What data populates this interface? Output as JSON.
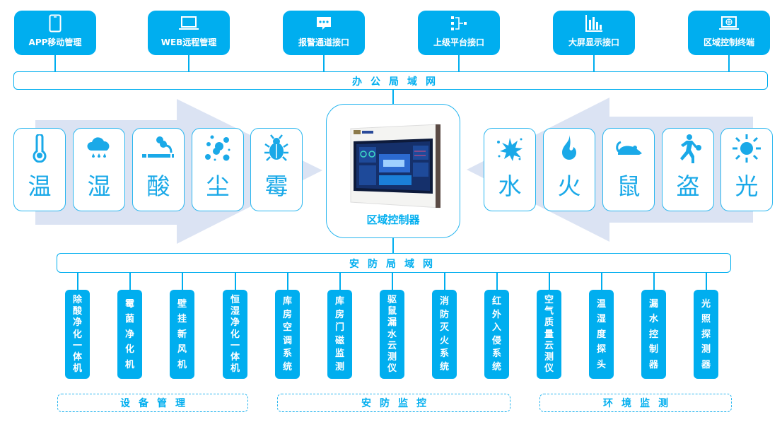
{
  "top_interfaces": [
    {
      "label": "APP移动管理",
      "icon": "smartphone-icon"
    },
    {
      "label": "WEB远程管理",
      "icon": "laptop-icon"
    },
    {
      "label": "报警通道接口",
      "icon": "chat-bubble-icon"
    },
    {
      "label": "上级平台接口",
      "icon": "hierarchy-icon"
    },
    {
      "label": "大屏显示接口",
      "icon": "bar-chart-icon"
    },
    {
      "label": "区域控制终端",
      "icon": "globe-laptop-icon"
    }
  ],
  "office_network": {
    "label": "办公局域网"
  },
  "left_sensors": [
    {
      "label": "温",
      "icon": "thermometer-icon"
    },
    {
      "label": "湿",
      "icon": "rain-cloud-icon"
    },
    {
      "label": "酸",
      "icon": "cigarette-smoke-icon"
    },
    {
      "label": "尘",
      "icon": "dust-particles-icon"
    },
    {
      "label": "霉",
      "icon": "bug-icon"
    }
  ],
  "right_sensors": [
    {
      "label": "水",
      "icon": "water-splash-icon"
    },
    {
      "label": "火",
      "icon": "flame-icon"
    },
    {
      "label": "鼠",
      "icon": "rat-icon"
    },
    {
      "label": "盗",
      "icon": "thief-running-icon"
    },
    {
      "label": "光",
      "icon": "sun-icon"
    }
  ],
  "controller": {
    "label": "区域控制器"
  },
  "security_network": {
    "label": "安防局域网"
  },
  "devices": [
    {
      "label": "除酸净化一体机"
    },
    {
      "label": "霉菌净化机"
    },
    {
      "label": "壁挂新风机"
    },
    {
      "label": "恒湿净化一体机"
    },
    {
      "label": "库房空调系统"
    },
    {
      "label": "库房门磁监测"
    },
    {
      "label": "驱鼠漏水云测仪"
    },
    {
      "label": "消防灭火系统"
    },
    {
      "label": "红外入侵系统"
    },
    {
      "label": "空气质量云测仪"
    },
    {
      "label": "温湿度探头"
    },
    {
      "label": "漏水控制器"
    },
    {
      "label": "光照探测器"
    }
  ],
  "groups": [
    {
      "label": "设备管理"
    },
    {
      "label": "安防监控"
    },
    {
      "label": "环境监测"
    }
  ],
  "colors": {
    "accent": "#00aeef",
    "arrow": "#dbe3f3"
  }
}
